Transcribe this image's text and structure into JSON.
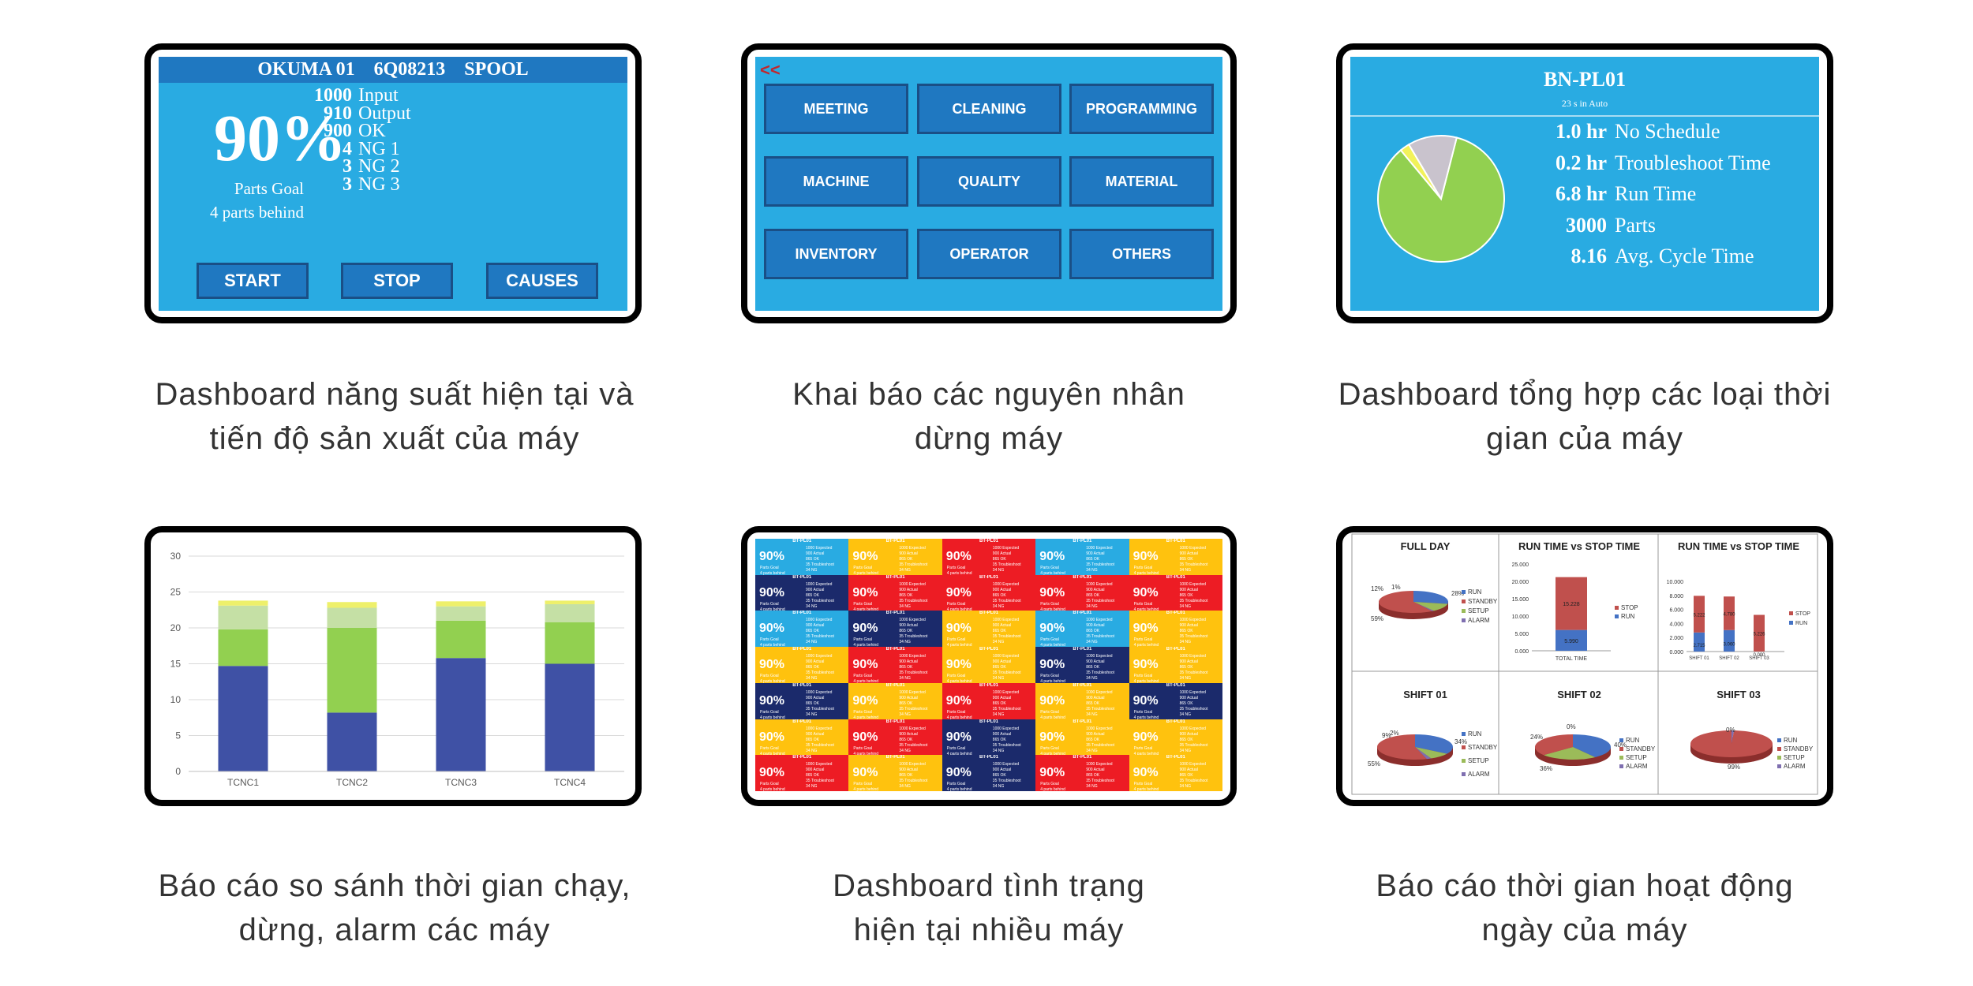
{
  "panel1": {
    "header": "OKUMA 01    6Q08213    SPOOL",
    "percent": "90%",
    "goal_label": "Parts Goal",
    "behind": "4 parts behind",
    "stats": [
      {
        "value": "1000",
        "label": "Input"
      },
      {
        "value": "910",
        "label": "Output"
      },
      {
        "value": "900",
        "label": "OK"
      },
      {
        "value": "4",
        "label": "NG 1"
      },
      {
        "value": "3",
        "label": "NG 2"
      },
      {
        "value": "3",
        "label": "NG 3"
      }
    ],
    "buttons": [
      "START",
      "STOP",
      "CAUSES"
    ],
    "caption": [
      "Dashboard năng suất hiện tại và",
      "tiến độ sản xuất của máy"
    ]
  },
  "panel2": {
    "back": "<<",
    "buttons": [
      "MEETING",
      "CLEANING",
      "PROGRAMMING",
      "MACHINE",
      "QUALITY",
      "MATERIAL",
      "INVENTORY",
      "OPERATOR",
      "OTHERS"
    ],
    "caption": [
      "Khai báo các nguyên nhân",
      "dừng máy"
    ]
  },
  "panel3": {
    "title": "BN-PL01",
    "subtitle": "23 s in Auto",
    "stats": [
      {
        "value": "1.0 hr",
        "label": "No Schedule"
      },
      {
        "value": "0.2 hr",
        "label": "Troubleshoot Time"
      },
      {
        "value": "6.8 hr",
        "label": "Run Time"
      },
      {
        "value": "3000",
        "label": "Parts"
      },
      {
        "value": "8.16",
        "label": "Avg. Cycle Time"
      }
    ],
    "pie": [
      {
        "value": 6.8,
        "color": "#92d050"
      },
      {
        "value": 0.2,
        "color": "#f2f25a"
      },
      {
        "value": 1.0,
        "color": "#c9c3cd"
      }
    ],
    "caption": [
      "Dashboard tổng hợp các loại thời",
      "gian của máy"
    ]
  },
  "panel4": {
    "caption": [
      "Báo cáo so sánh thời gian chạy,",
      "dừng, alarm các máy"
    ]
  },
  "panel5": {
    "tile": {
      "title": "BT-PL01",
      "percent": "90%",
      "goal": "Parts Goal",
      "behind": "4 parts behind",
      "lines": [
        "1000 Expected",
        "900 Actual",
        "865 OK",
        "35 Troubleshoot",
        "34 NG"
      ]
    },
    "colors": [
      "#29abe2",
      "#ffc20e",
      "#ed1c24",
      "#1b2a6b"
    ],
    "caption": [
      "Dashboard tình trạng",
      "hiện tại nhiều máy"
    ]
  },
  "panel6": {
    "top_titles": [
      "FULL DAY",
      "RUN TIME vs STOP TIME",
      "RUN TIME vs STOP TIME"
    ],
    "bottom_titles": [
      "SHIFT 01",
      "SHIFT 02",
      "SHIFT 03"
    ],
    "legend4": [
      "RUN",
      "STANDBY",
      "SETUP",
      "ALARM"
    ],
    "legend_stop_run": [
      "STOP",
      "RUN"
    ],
    "fullday_labels": [
      "12%",
      "1%",
      "28%",
      "59%"
    ],
    "shift1_labels": [
      "9%",
      "2%",
      "34%",
      "55%"
    ],
    "shift2_labels": [
      "24%",
      "0%",
      "40%",
      "36%"
    ],
    "shift3_labels": [
      "0%",
      "99%"
    ],
    "total_axis": [
      "25.000",
      "20.000",
      "15.000",
      "10.000",
      "5.000",
      "0.000"
    ],
    "total_stop": "15.228",
    "total_run": "5.990",
    "total_label": "TOTAL TIME",
    "shift_axis": [
      "10.000",
      "8.000",
      "6.000",
      "4.000",
      "2.000",
      "0.000"
    ],
    "shift_cats": [
      "SHIFT 01",
      "SHIFT 02",
      "SHIFT 03"
    ],
    "shift_stop_labels": [
      "5.222",
      "4.780",
      "5.226"
    ],
    "shift_run_labels": [
      "2.715",
      "3.060",
      "0.000"
    ],
    "caption": [
      "Báo cáo thời gian hoạt động",
      "ngày của máy"
    ]
  },
  "chart_data": {
    "type": "bar",
    "stacked": true,
    "categories": [
      "TCNC1",
      "TCNC2",
      "TCNC3",
      "TCNC4"
    ],
    "series": [
      {
        "values": [
          14.7,
          8.2,
          15.8,
          15.0
        ],
        "color": "#3f51a5"
      },
      {
        "values": [
          5.1,
          11.8,
          5.2,
          5.8
        ],
        "color": "#92d050"
      },
      {
        "values": [
          3.3,
          2.8,
          2.0,
          2.5
        ],
        "color": "#c5e0a5"
      },
      {
        "values": [
          0.7,
          0.8,
          0.7,
          0.5
        ],
        "color": "#eef06a"
      }
    ],
    "yticks": [
      "0",
      "5",
      "10",
      "15",
      "20",
      "25",
      "30"
    ],
    "ylim": [
      0,
      30
    ],
    "grid": true
  }
}
